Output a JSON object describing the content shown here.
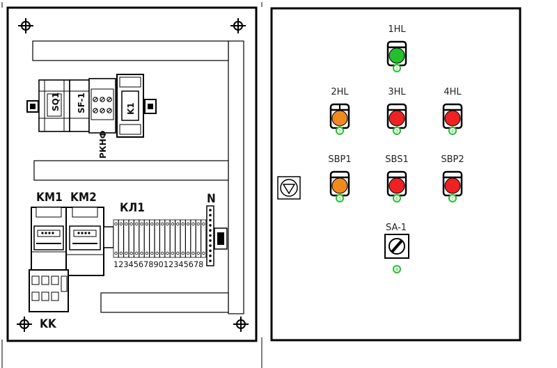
{
  "left_panel": {
    "components": {
      "sq1": "SQ1",
      "sf1": "SF-1",
      "k1": "K1",
      "rknf": "РКНФ",
      "km1": "KM1",
      "km2": "KM2",
      "kl1": "КЛ1",
      "n": "N",
      "kk": "KK",
      "terminal_numbers": "123456789012345678"
    }
  },
  "right_panel": {
    "lamps": [
      {
        "label": "1HL",
        "color": "#22c02a",
        "number": "1"
      },
      {
        "label": "2HL",
        "color": "#f08a20",
        "number": "2"
      },
      {
        "label": "3HL",
        "color": "#ee2222",
        "number": "3"
      },
      {
        "label": "4HL",
        "color": "#ee2222",
        "number": "4"
      },
      {
        "label": "SBP1",
        "color": "#f08a20",
        "number": "5"
      },
      {
        "label": "SBS1",
        "color": "#ee2222",
        "number": "6"
      },
      {
        "label": "SBP2",
        "color": "#ee2222",
        "number": "7"
      }
    ],
    "switch": {
      "label": "SA-1",
      "number": "8"
    }
  },
  "colors": {
    "number_badge": "#22c02a"
  }
}
